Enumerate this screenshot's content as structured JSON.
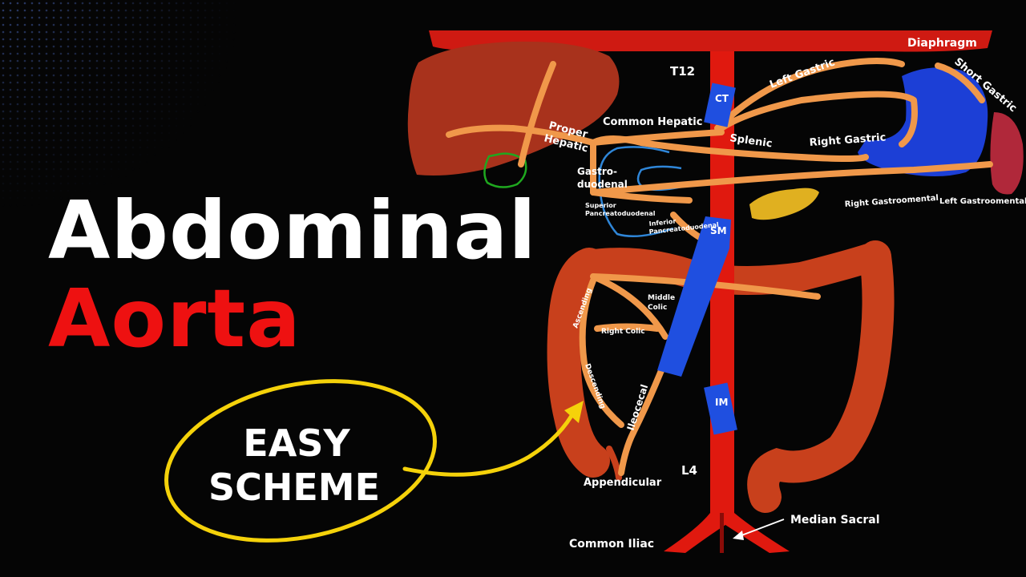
{
  "title": {
    "line1": "Abdominal",
    "line2": "Aorta"
  },
  "badge": {
    "line1": "EASY",
    "line2": "SCHEME"
  },
  "diagram": {
    "vertebra_top": "T12",
    "vertebra_bottom": "L4",
    "diaphragm": "Diaphragm",
    "trunks": {
      "celiac": "CT",
      "superior_mesenteric": "SM",
      "inferior_mesenteric": "IM"
    },
    "arteries": {
      "common_hepatic": "Common Hepatic",
      "proper_hepatic_1": "Proper",
      "proper_hepatic_2": "Hepatic",
      "left_gastric": "Left Gastric",
      "short_gastric": "Short Gastric",
      "splenic": "Splenic",
      "right_gastric": "Right Gastric",
      "gastroduodenal_1": "Gastro-",
      "gastroduodenal_2": "duodenal",
      "sup_pancreaticoduodenal_1": "Superior",
      "sup_pancreaticoduodenal_2": "Pancreatoduodenal",
      "inf_pancreaticoduodenal_1": "Inferior",
      "inf_pancreaticoduodenal_2": "Pancreatoduodenal",
      "right_gastroomental": "Right Gastroomental",
      "left_gastroomental": "Left Gastroomental",
      "middle_colic_1": "Middle",
      "middle_colic_2": "Colic",
      "right_colic": "Right Colic",
      "ascending": "Ascending",
      "descending": "Descending",
      "ileocecal": "Ileocecal",
      "appendicular": "Appendicular",
      "median_sacral": "Median Sacral",
      "common_iliac": "Common Iliac"
    }
  },
  "colors": {
    "aorta": "#e0190f",
    "branch": "#f0984a",
    "trunk": "#1f4fe0",
    "liver": "#a8321c",
    "stomach": "#1c3fd6",
    "spleen": "#b0283a",
    "colon": "#c8401c",
    "pancreas": "#e0b020",
    "gallbladder": "#1fa81f",
    "title_red": "#ee1111",
    "badge_ring": "#f5d20a"
  }
}
